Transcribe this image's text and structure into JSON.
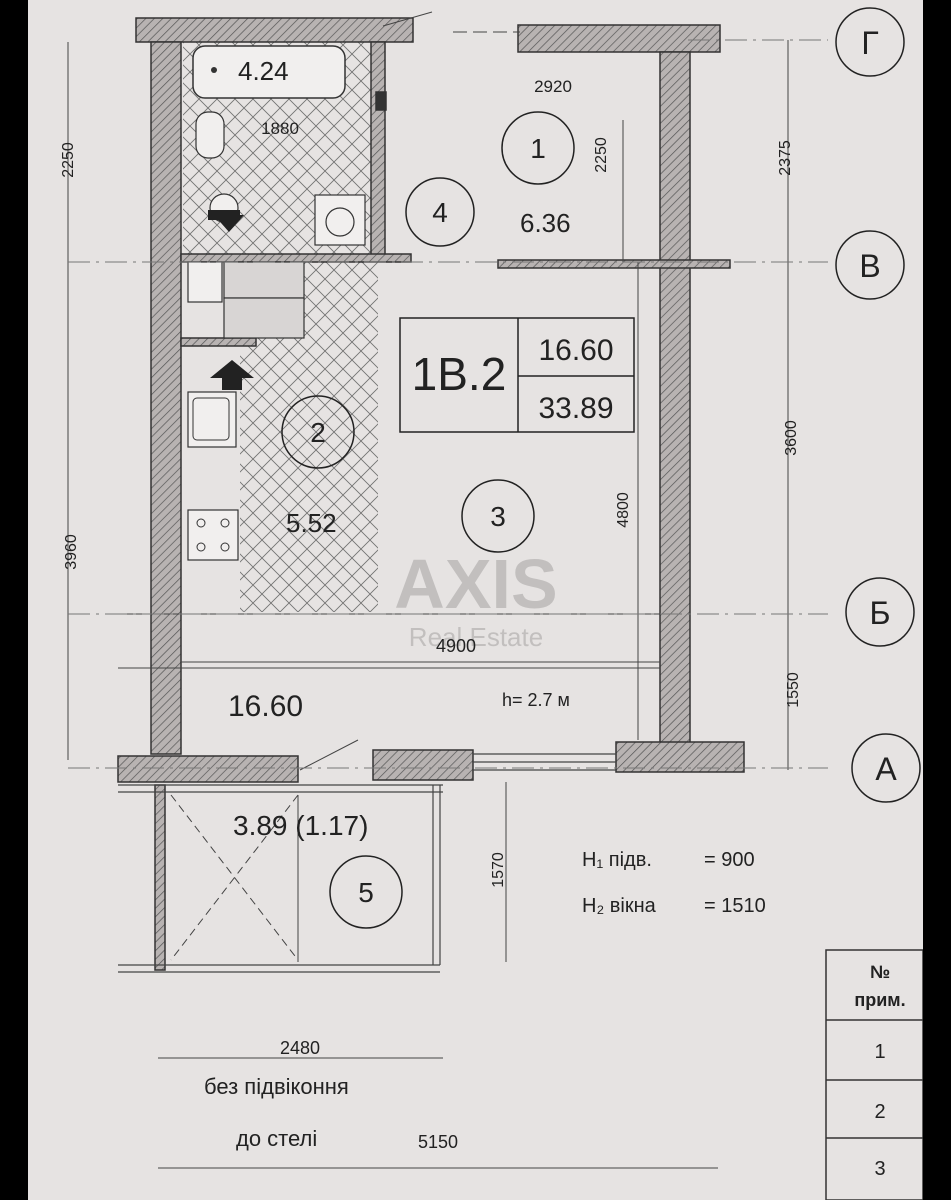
{
  "axes": {
    "g": "Г",
    "v": "В",
    "b": "Б",
    "a": "А"
  },
  "rooms": {
    "r1": {
      "num": "1",
      "area": "6.36"
    },
    "r2": {
      "num": "2",
      "area": "5.52"
    },
    "r3": {
      "num": "3",
      "area": "16.60"
    },
    "r4": {
      "num": "4",
      "area": "4.24"
    },
    "r5": {
      "num": "5",
      "area": "3.89 (1.17)"
    }
  },
  "callout": {
    "num": "4"
  },
  "apartment": {
    "code": "1В.2",
    "living_area": "16.60",
    "total_area": "33.89"
  },
  "dimensions": {
    "d2920": "2920",
    "d1880": "1880",
    "d2250_left": "2250",
    "d2250_inner": "2250",
    "d2375": "2375",
    "d3600": "3600",
    "d4800": "4800",
    "d3960": "3960",
    "d4900": "4900",
    "d1550": "1550",
    "d1570": "1570",
    "d2480": "2480",
    "d5150": "5150"
  },
  "ceiling_height": "h= 2.7 м",
  "window_notes": {
    "h1_label": "H₁ підв.",
    "h1_value": "=   900",
    "h2_label": "H₂ вікна",
    "h2_value": "= 1510"
  },
  "balcony_notes": {
    "line1": "без підвіконня",
    "line2": "до стелі"
  },
  "watermark": {
    "brand": "AXIS",
    "sub": "Real Estate"
  },
  "table": {
    "header_line1": "№",
    "header_line2": "прим.",
    "rows": [
      "1",
      "2",
      "3"
    ]
  }
}
